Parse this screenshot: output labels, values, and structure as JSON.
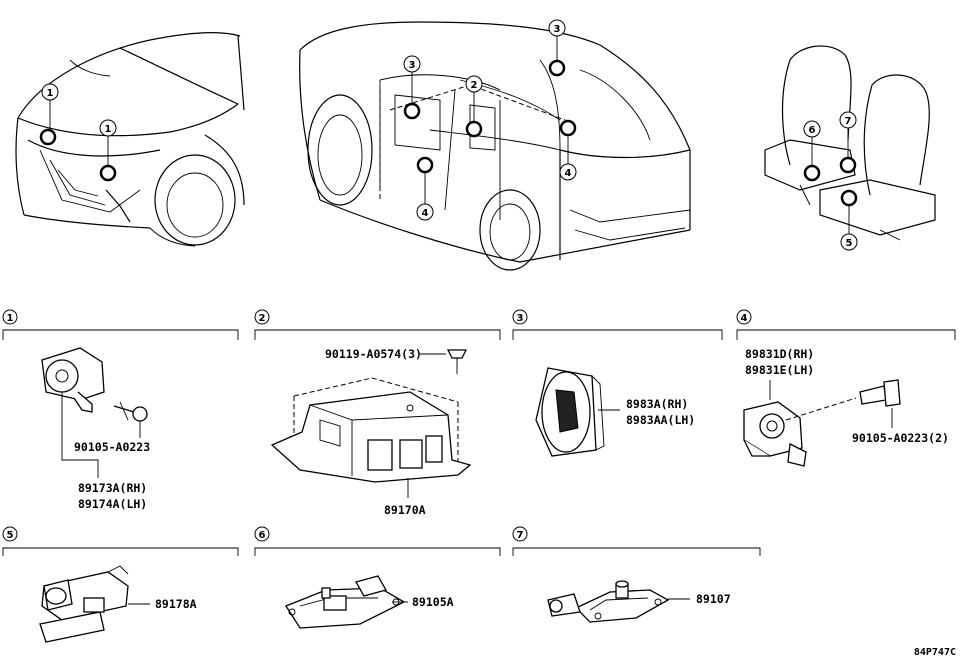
{
  "illustration_code": "84P747C",
  "overview_markers": [
    "1",
    "1",
    "2",
    "3",
    "3",
    "4",
    "4",
    "5",
    "6",
    "7"
  ],
  "sections": [
    {
      "index": "1",
      "parts": [
        "89173A(RH)",
        "89174A(LH)"
      ],
      "fasteners": [
        "90105-A0223"
      ]
    },
    {
      "index": "2",
      "parts": [
        "89170A"
      ],
      "fasteners": [
        "90119-A0574(3)"
      ]
    },
    {
      "index": "3",
      "parts": [
        "8983A(RH)",
        "8983AA(LH)"
      ],
      "fasteners": []
    },
    {
      "index": "4",
      "parts": [
        "89831D(RH)",
        "89831E(LH)"
      ],
      "fasteners": [
        "90105-A0223(2)"
      ]
    },
    {
      "index": "5",
      "parts": [
        "89178A"
      ],
      "fasteners": []
    },
    {
      "index": "6",
      "parts": [
        "89105A"
      ],
      "fasteners": []
    },
    {
      "index": "7",
      "parts": [
        "89107"
      ],
      "fasteners": []
    }
  ]
}
